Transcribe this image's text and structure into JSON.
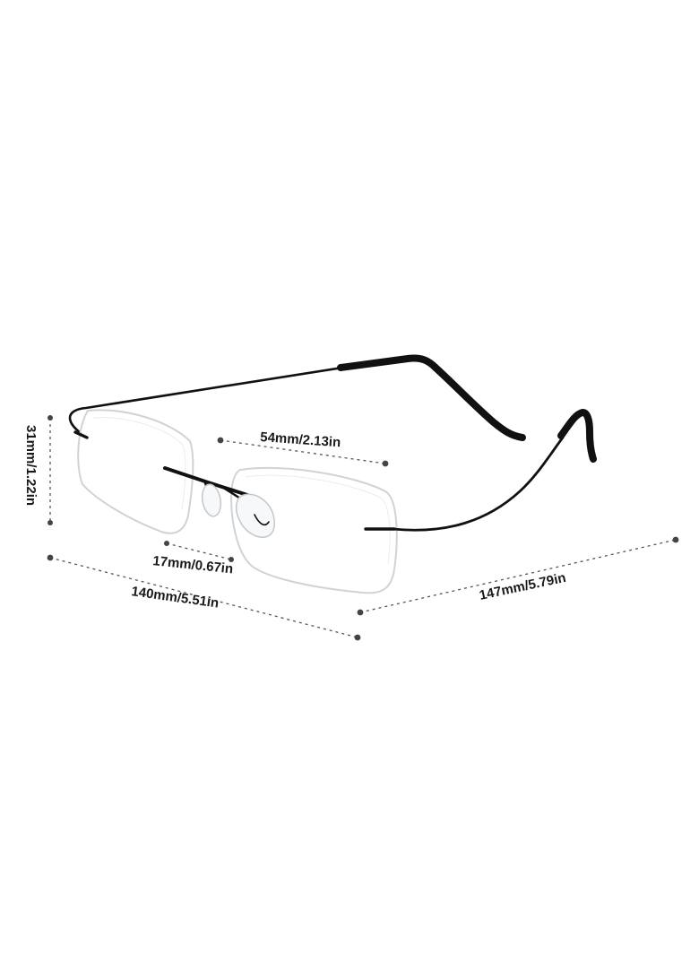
{
  "product": {
    "description_hidden": false,
    "frame_color": "#111111",
    "lens_edge_color": "#cfd3d8"
  },
  "dimensions": {
    "lens_width": "54mm/2.13in",
    "lens_height": "31mm/1.22in",
    "bridge_width": "17mm/0.67in",
    "frame_width": "140mm/5.51in",
    "temple_length": "147mm/5.79in"
  }
}
